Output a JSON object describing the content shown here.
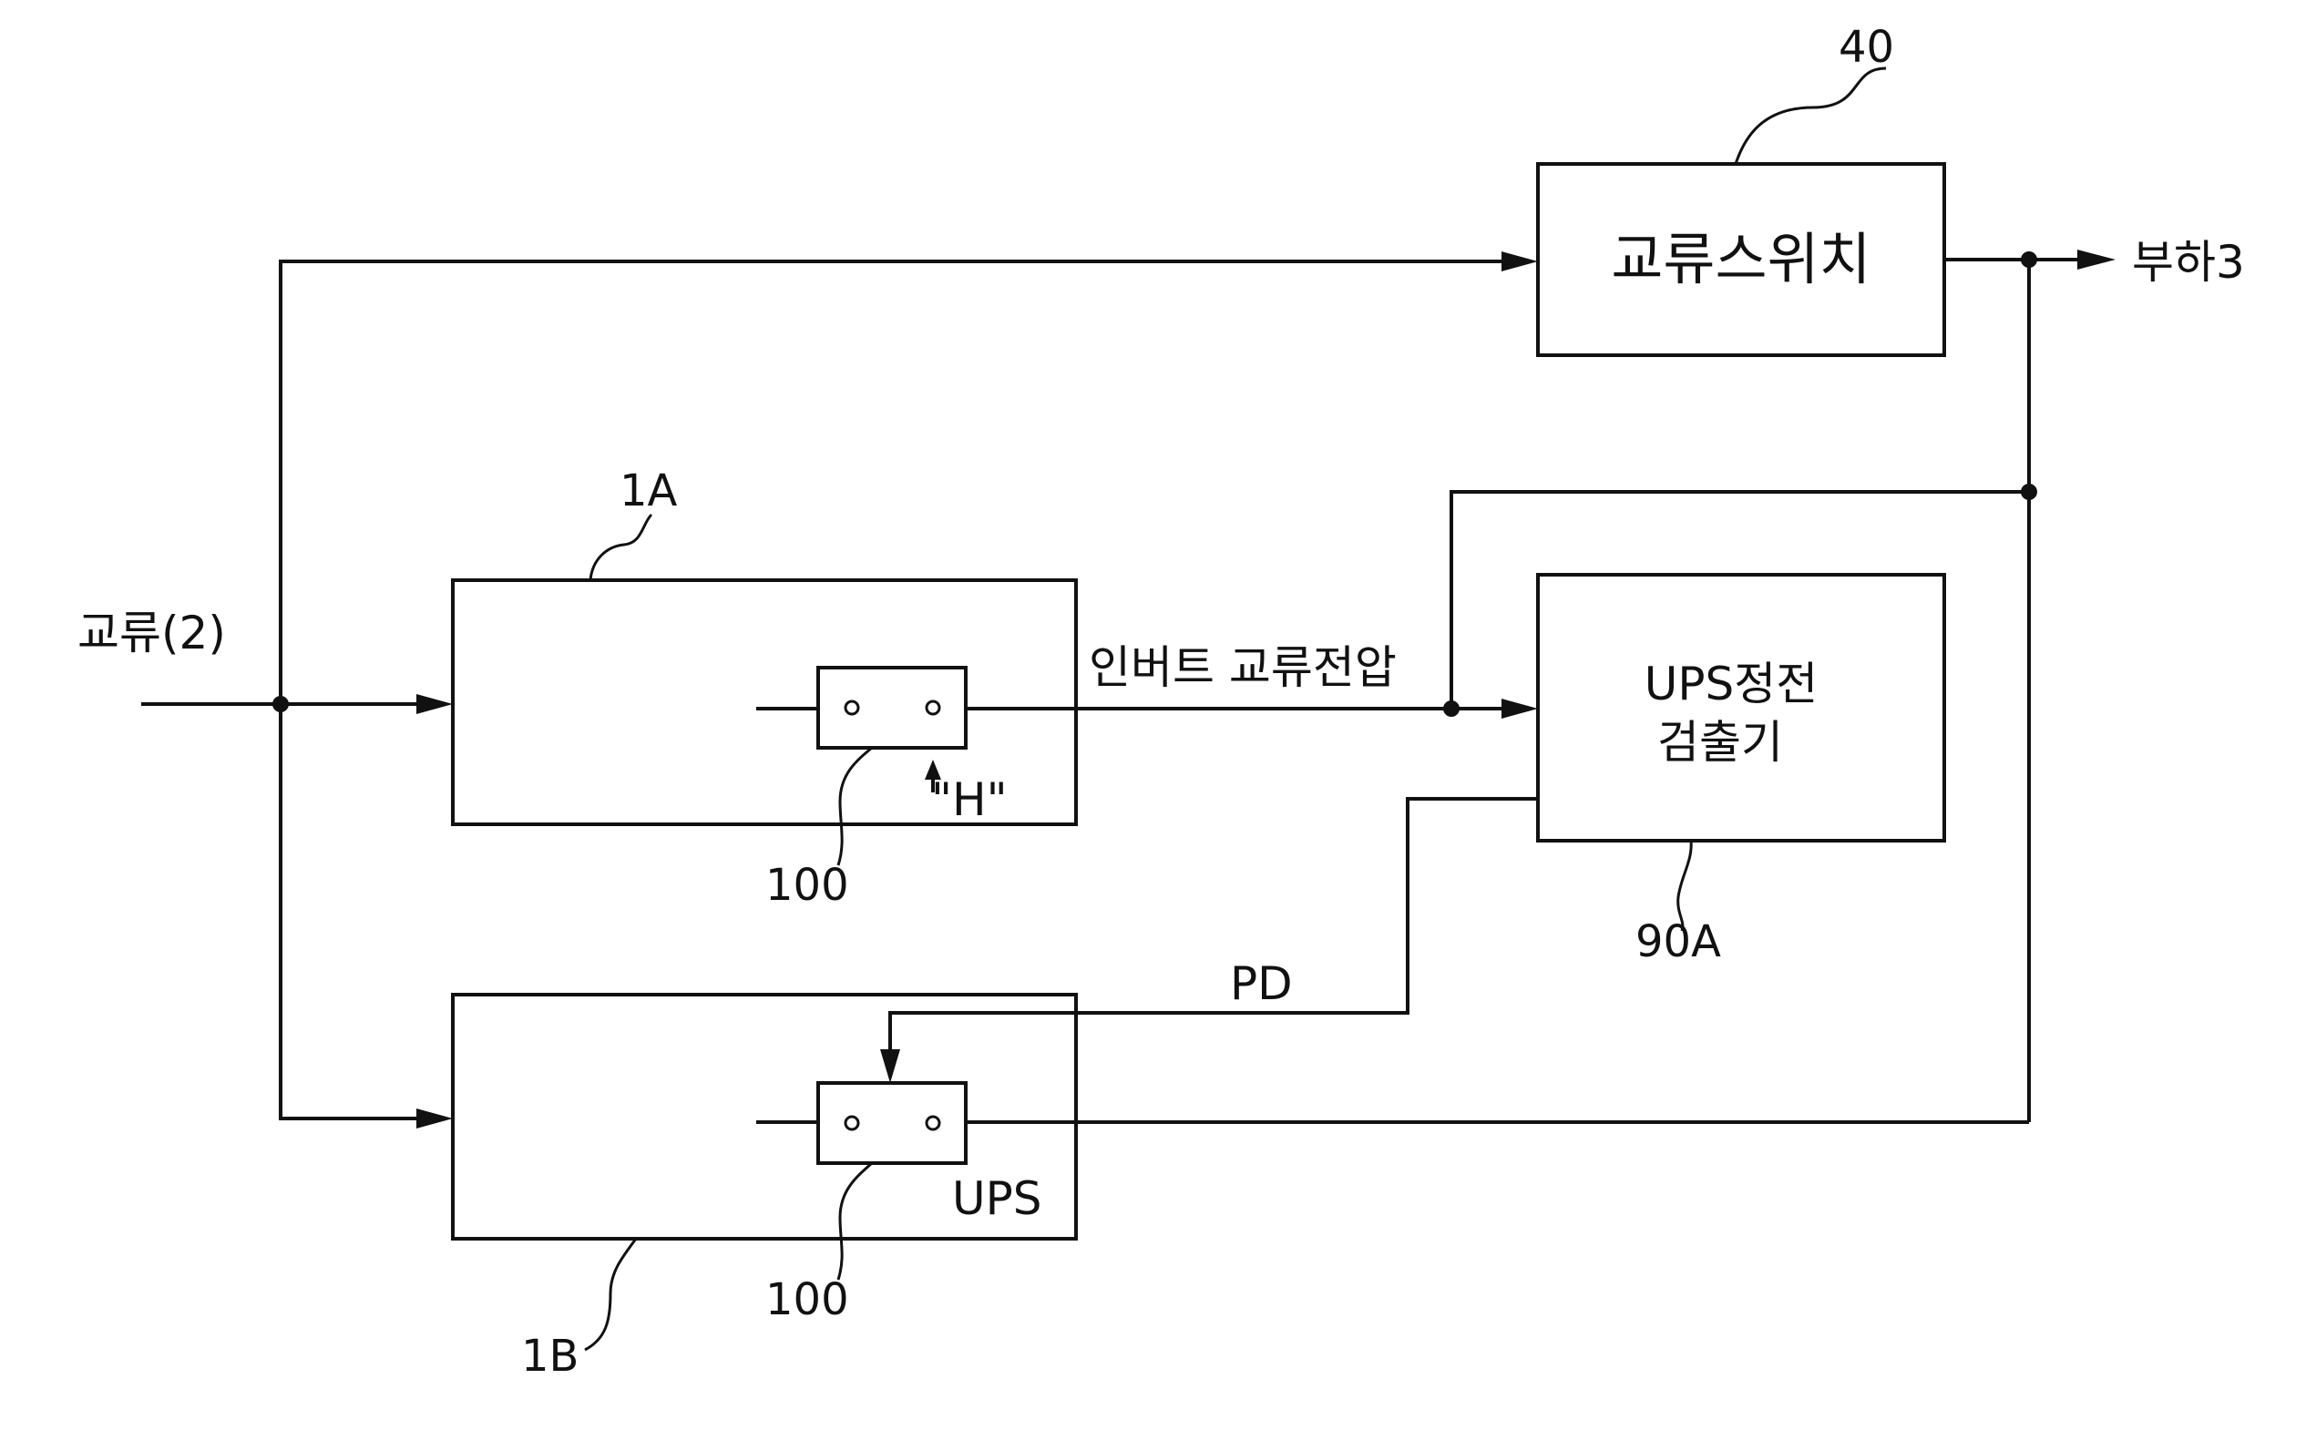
{
  "labels": {
    "ac_input": "교류(2)",
    "ac_switch": "교류스위치",
    "load": "부하3",
    "inverter_ac_voltage": "인버트 교류전압",
    "detector_line1": "UPS정전",
    "detector_line2": "검출기",
    "pd_signal": "PD",
    "high_signal": "\"H\"",
    "ups": "UPS"
  },
  "refs": {
    "switch": "40",
    "ups_a": "1A",
    "ups_b": "1B",
    "relay_a": "100",
    "relay_b": "100",
    "detector": "90A"
  }
}
